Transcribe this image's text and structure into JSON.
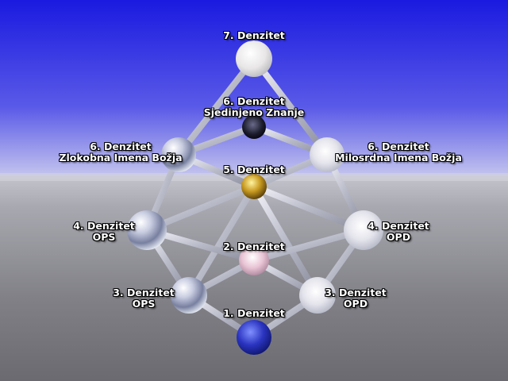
{
  "nodes": {
    "d7": {
      "line1": "7. Denzitet",
      "line2": ""
    },
    "d6_center": {
      "line1": "6. Denzitet",
      "line2": "Sjedinjeno Znanje"
    },
    "d6_left": {
      "line1": "6. Denzitet",
      "line2": "Zlokobna Imena Božja"
    },
    "d6_right": {
      "line1": "6. Denzitet",
      "line2": "Milosrdna Imena Božja"
    },
    "d5": {
      "line1": "5. Denzitet",
      "line2": ""
    },
    "d4_left": {
      "line1": "4. Denzitet",
      "line2": "OPS"
    },
    "d4_right": {
      "line1": "4. Denzitet",
      "line2": "OPD"
    },
    "d2": {
      "line1": "2. Denzitet",
      "line2": ""
    },
    "d3_left": {
      "line1": "3. Denzitet",
      "line2": "OPS"
    },
    "d3_right": {
      "line1": "3. Denzitet",
      "line2": "OPD"
    },
    "d1": {
      "line1": "1. Denzitet",
      "line2": ""
    }
  },
  "colors": {
    "sky_top": "#1a1ae0",
    "sky_bottom": "#b4b4ec",
    "floor": "#8a8a90",
    "sphere_white": "#f0f0f0",
    "sphere_silver": "#d8dce8",
    "sphere_gold": "#c8a028",
    "sphere_pink": "#e8c8d8",
    "sphere_blue": "#2a3ac8",
    "sphere_dark": "#202030",
    "rod": "#c8cad8"
  }
}
